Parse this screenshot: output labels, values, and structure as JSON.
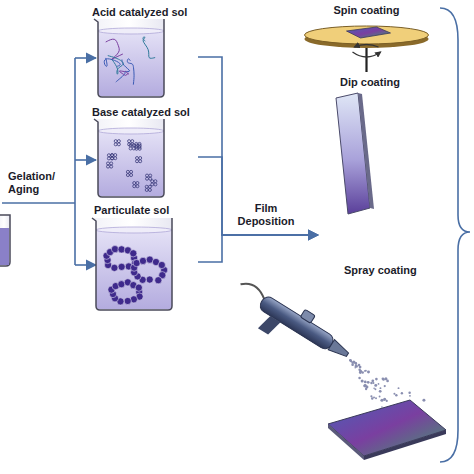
{
  "diagram": {
    "nodes": [
      {
        "text": [
          "Acid catalyzed sol"
        ]
      },
      {
        "text": [
          "Base catalyzed sol"
        ]
      },
      {
        "text": [
          "Particulate sol"
        ]
      },
      {
        "text": [
          "Spin coating"
        ]
      },
      {
        "text": [
          "Dip coating"
        ]
      },
      {
        "text": [
          "Spray coating"
        ]
      }
    ],
    "edges": [
      {
        "from": 0,
        "to": 4,
        "arrow": "to"
      },
      {
        "from": 1,
        "to": 4,
        "arrow": "to"
      },
      {
        "from": 2,
        "to": 4,
        "arrow": "to"
      }
    ],
    "labels": [
      "Gelation/ Aging",
      "Film Deposition"
    ]
  }
}
